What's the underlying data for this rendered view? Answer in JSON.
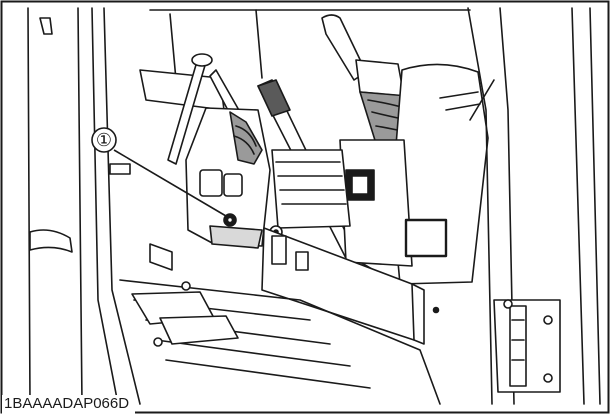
{
  "figure": {
    "code": "1BAAAADAP066D",
    "callouts": [
      {
        "number": "①",
        "target": "operator-cab-component"
      }
    ]
  },
  "style": {
    "ink": "#1a1a1a",
    "shade_dark": "#5a5a5a",
    "shade_mid": "#9a9a9a",
    "shade_light": "#d9d9d9",
    "paper": "#ffffff"
  }
}
